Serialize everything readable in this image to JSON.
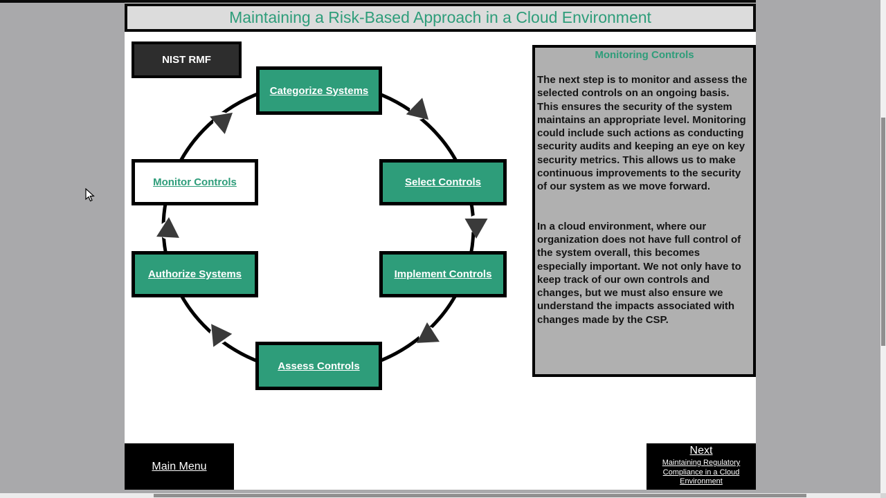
{
  "colors": {
    "accent_green": "#2E9D7A",
    "page_bg": "#A9A9AB",
    "slide_bg": "#FFFFFF",
    "title_bg": "#DCDCDC",
    "dark_box": "#2D2D2D",
    "panel_bg": "#B0B0B0",
    "arrow": "#3A3A3A"
  },
  "title": "Maintaining a Risk-Based Approach in a Cloud Environment",
  "diagram": {
    "badge": "NIST RMF",
    "nodes": [
      {
        "label": "Categorize Systems"
      },
      {
        "label": "Select Controls"
      },
      {
        "label": "Implement Controls"
      },
      {
        "label": "Assess Controls"
      },
      {
        "label": "Authorize Systems"
      },
      {
        "label": "Monitor Controls"
      }
    ]
  },
  "panel": {
    "title": "Monitoring Controls",
    "paragraph1": "The next step is to monitor and assess the selected controls on an ongoing basis. This ensures the security of the system maintains an appropriate level. Monitoring could include such actions as conducting security audits and keeping an eye on key security metrics. This allows us to make continuous improvements to the security of our system as we move forward.",
    "paragraph2": "In a cloud environment, where our organization does not have full control of the system overall, this becomes especially important. We not only have to keep track of our own controls and changes, but we must also ensure we understand the impacts associated with changes made by the CSP."
  },
  "footer": {
    "main_menu_label": "Main Menu",
    "next_label": "Next",
    "next_target": "Maintaining Regulatory Compliance in a Cloud Environment"
  }
}
